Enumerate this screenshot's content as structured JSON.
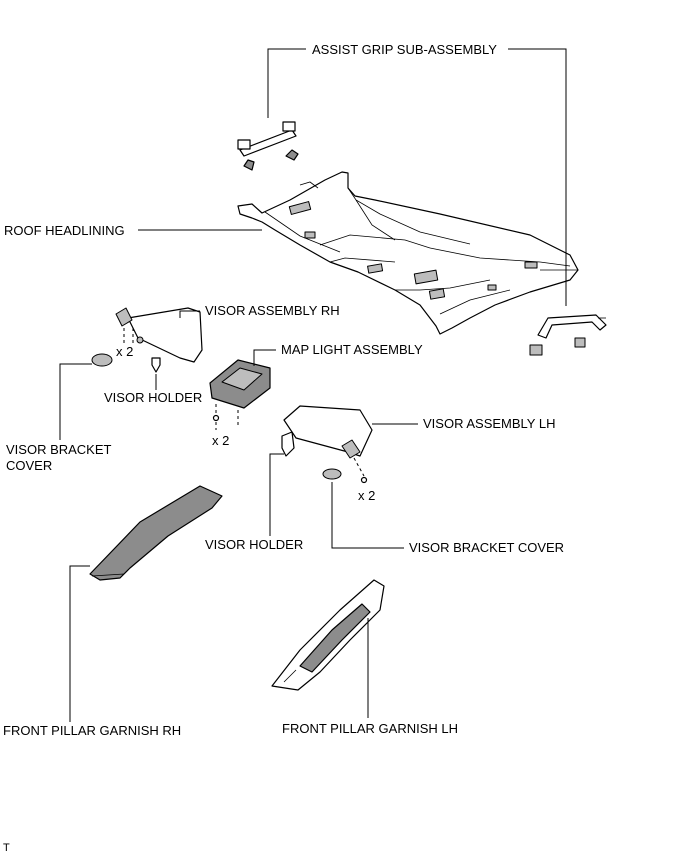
{
  "labels": {
    "assist_grip": "ASSIST GRIP SUB-ASSEMBLY",
    "roof_headlining": "ROOF HEADLINING",
    "visor_rh": "VISOR ASSEMBLY RH",
    "map_light": "MAP LIGHT ASSEMBLY",
    "visor_holder_1": "VISOR HOLDER",
    "visor_bracket_cover_1_line1": "VISOR BRACKET",
    "visor_bracket_cover_1_line2": "COVER",
    "visor_lh": "VISOR ASSEMBLY LH",
    "visor_holder_2": "VISOR HOLDER",
    "visor_bracket_cover_2": "VISOR BRACKET COVER",
    "pillar_rh": "FRONT PILLAR GARNISH RH",
    "pillar_lh": "FRONT PILLAR GARNISH LH",
    "qty_visor_rh": "x 2",
    "qty_map_light": "x 2",
    "qty_visor_lh": "x 2",
    "corner_mark": "T"
  }
}
